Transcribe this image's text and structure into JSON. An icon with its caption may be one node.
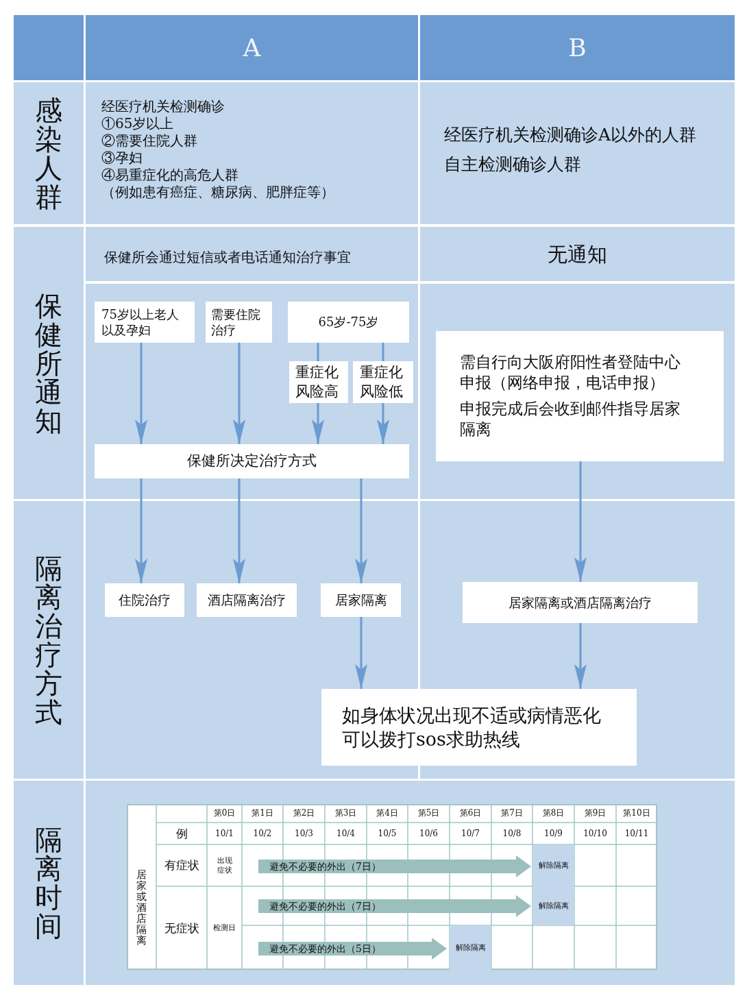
{
  "diagram": {
    "nodes": [
      {
        "text": [
          "75岁以上老人以及孕妇"
        ]
      },
      {
        "text": [
          "需要住院治疗"
        ]
      },
      {
        "text": [
          "65岁-75岁"
        ]
      },
      {
        "text": [
          "重症化风险高"
        ]
      },
      {
        "text": [
          "重症化风险低"
        ]
      },
      {
        "text": [
          "保健所决定治疗方式"
        ]
      },
      {
        "text": [
          "需自行向大阪府阳性者登陆中心申报（网络申报，电话申报）",
          "申报完成后会收到邮件指导居家隔离"
        ]
      },
      {
        "text": [
          "住院治疗"
        ]
      },
      {
        "text": [
          "酒店隔离治疗"
        ]
      },
      {
        "text": [
          "居家隔离"
        ]
      },
      {
        "text": [
          "居家隔离或酒店隔离治疗"
        ]
      },
      {
        "text": [
          "如身体状况出现不适或病情恶化可以拨打sos求助热线"
        ]
      }
    ],
    "edges": [
      {
        "from": 0,
        "to": 5,
        "arrow": "to"
      },
      {
        "from": 1,
        "to": 5,
        "arrow": "to"
      },
      {
        "from": 2,
        "to": 3,
        "arrow": "none"
      },
      {
        "from": 2,
        "to": 4,
        "arrow": "none"
      },
      {
        "from": 3,
        "to": 5,
        "arrow": "to"
      },
      {
        "from": 4,
        "to": 5,
        "arrow": "to"
      },
      {
        "from": 5,
        "to": 7,
        "arrow": "to"
      },
      {
        "from": 5,
        "to": 8,
        "arrow": "to"
      },
      {
        "from": 5,
        "to": 9,
        "arrow": "to"
      },
      {
        "from": 6,
        "to": 10,
        "arrow": "to"
      },
      {
        "from": 9,
        "to": 11,
        "arrow": "to"
      },
      {
        "from": 10,
        "to": 11,
        "arrow": "to"
      }
    ],
    "labels": [
      "A",
      "B",
      "感染人群",
      "保健所通知",
      "隔离治疗方式",
      "隔离时间",
      "经医疗机关检测确诊",
      "①65岁以上",
      "②需要住院人群",
      "③孕妇",
      "④易重症化的高危人群",
      "（例如患有癌症、糖尿病、肥胖症等）",
      "经医疗机关检测确诊A以外的人群",
      "自主检测确诊人群",
      "保健所会通过短信或者电话通知治疗事宜",
      "无通知",
      "第0日",
      "第1日",
      "第2日",
      "第3日",
      "第4日",
      "第5日",
      "第6日",
      "第7日",
      "第8日",
      "第9日",
      "第10日",
      "例",
      "10/1",
      "10/2",
      "10/3",
      "10/4",
      "10/5",
      "10/6",
      "10/7",
      "10/8",
      "10/9",
      "10/10",
      "10/11",
      "居家或酒店隔离",
      "有症状",
      "出现症状",
      "避免不必要的外出（7日）",
      "解除隔离",
      "无症状",
      "检测日",
      "避免不必要的外出（7日）",
      "解除隔离",
      "避免不必要的外出（5日）",
      "解除隔离"
    ]
  }
}
